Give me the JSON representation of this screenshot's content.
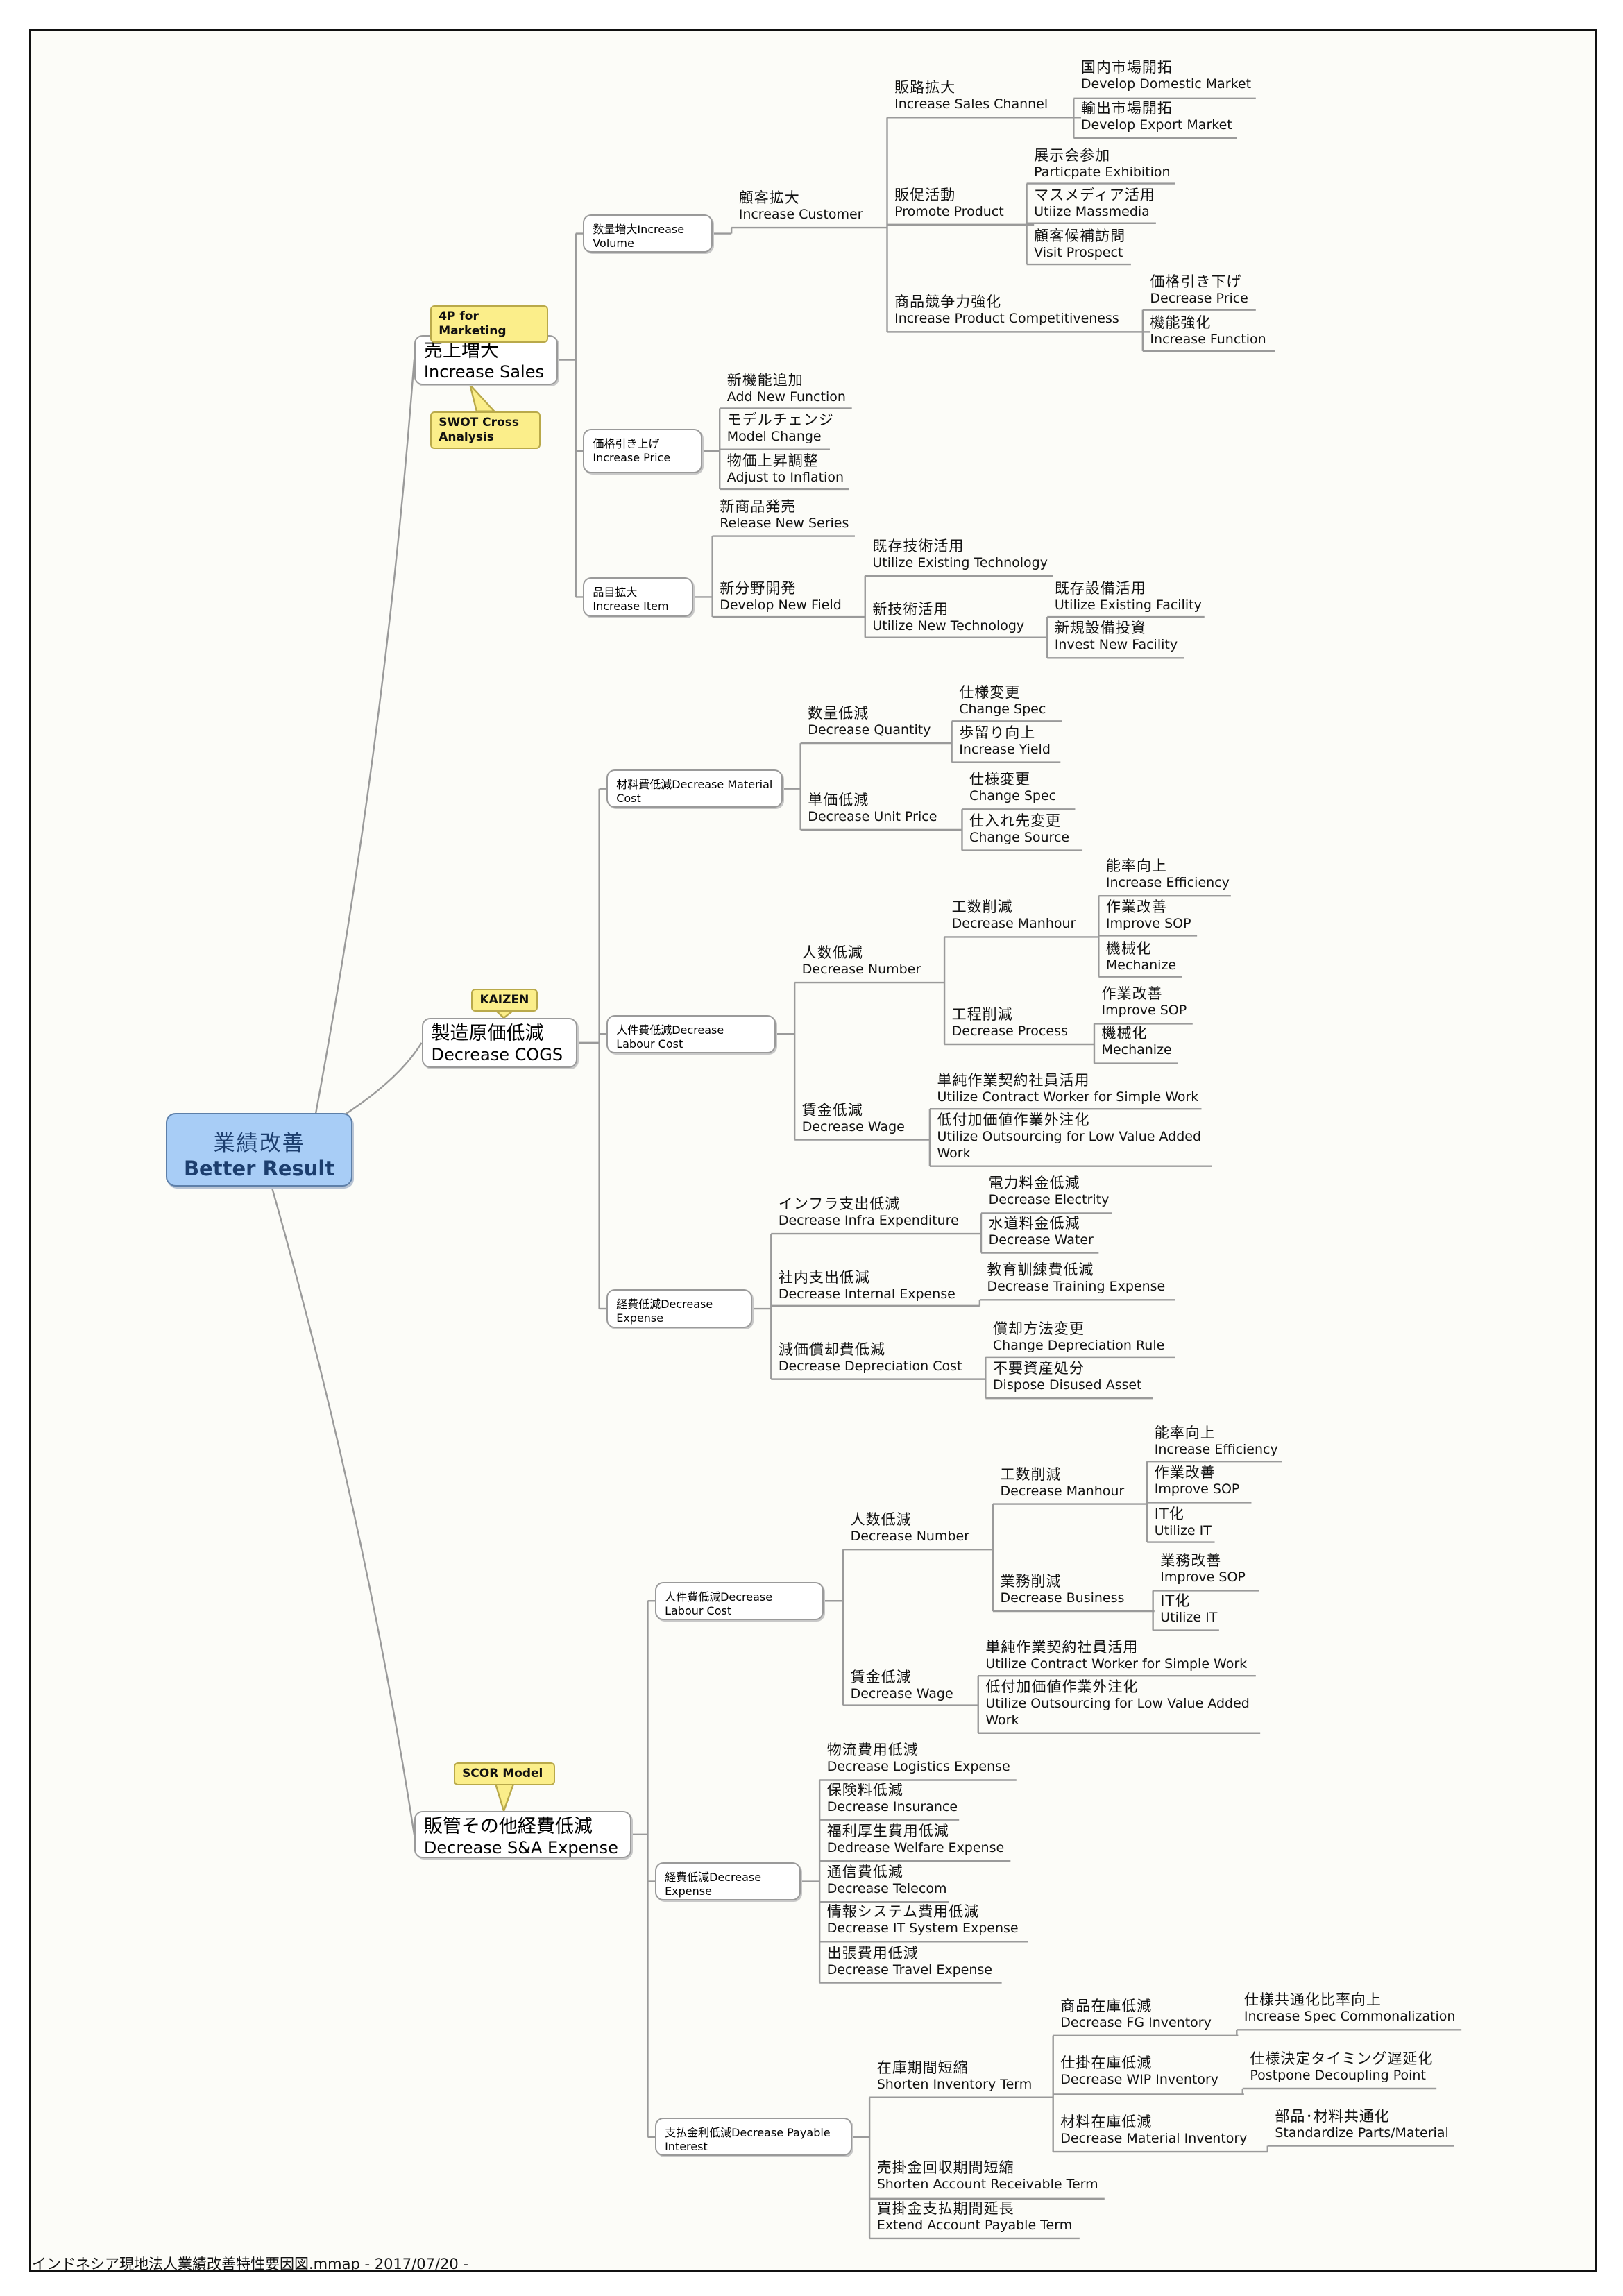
{
  "root": {
    "jp": "業績改善",
    "en": "Better Result"
  },
  "colors": {
    "root_fill": "#a8cdf6",
    "callout_fill": "#fbee8a",
    "line": "#9a9a9a"
  },
  "footer": "インドネシア現地法人業績改善特性要因図.mmap - 2017/07/20 -",
  "branches": [
    {
      "jp": "売上増大",
      "en": "Increase Sales",
      "callouts": [
        "4P for Marketing",
        "SWOT Cross Analysis"
      ],
      "children": [
        {
          "jp": "数量増大",
          "en": "Increase Volume",
          "children": [
            {
              "jp": "顧客拡大",
              "en": "Increase Customer",
              "children": [
                {
                  "jp": "販路拡大",
                  "en": "Increase Sales Channel",
                  "children": [
                    {
                      "jp": "国内市場開拓",
                      "en": "Develop Domestic Market"
                    },
                    {
                      "jp": "輸出市場開拓",
                      "en": "Develop Export Market"
                    }
                  ]
                },
                {
                  "jp": "販促活動",
                  "en": "Promote Product",
                  "children": [
                    {
                      "jp": "展示会参加",
                      "en": "Particpate Exhibition"
                    },
                    {
                      "jp": "マスメディア活用",
                      "en": "Utiize Massmedia"
                    },
                    {
                      "jp": "顧客候補訪問",
                      "en": "Visit Prospect"
                    }
                  ]
                },
                {
                  "jp": "商品競争力強化",
                  "en": "Increase Product Competitiveness",
                  "children": [
                    {
                      "jp": "価格引き下げ",
                      "en": "Decrease Price"
                    },
                    {
                      "jp": "機能強化",
                      "en": "Increase Function"
                    }
                  ]
                }
              ]
            }
          ]
        },
        {
          "jp": "価格引き上げ",
          "en": "Increase Price",
          "children": [
            {
              "jp": "新機能追加",
              "en": "Add New Function"
            },
            {
              "jp": "モデルチェンジ",
              "en": "Model Change"
            },
            {
              "jp": "物価上昇調整",
              "en": "Adjust to Inflation"
            }
          ]
        },
        {
          "jp": "品目拡大",
          "en": "Increase Item",
          "children": [
            {
              "jp": "新商品発売",
              "en": "Release New Series"
            },
            {
              "jp": "新分野開発",
              "en": "Develop New Field",
              "children": [
                {
                  "jp": "既存技術活用",
                  "en": "Utilize Existing Technology"
                },
                {
                  "jp": "新技術活用",
                  "en": "Utilize New Technology",
                  "children": [
                    {
                      "jp": "既存設備活用",
                      "en": "Utilize Existing Facility"
                    },
                    {
                      "jp": "新規設備投資",
                      "en": "Invest New Facility"
                    }
                  ]
                }
              ]
            }
          ]
        }
      ]
    },
    {
      "jp": "製造原価低減",
      "en": "Decrease COGS",
      "callouts": [
        "KAIZEN"
      ],
      "children": [
        {
          "jp": "材料費低減",
          "en": "Decrease Material Cost",
          "children": [
            {
              "jp": "数量低減",
              "en": "Decrease Quantity",
              "children": [
                {
                  "jp": "仕様変更",
                  "en": "Change Spec"
                },
                {
                  "jp": "歩留り向上",
                  "en": "Increase Yield"
                }
              ]
            },
            {
              "jp": "単価低減",
              "en": "Decrease Unit Price",
              "children": [
                {
                  "jp": "仕様変更",
                  "en": "Change Spec"
                },
                {
                  "jp": "仕入れ先変更",
                  "en": "Change Source"
                }
              ]
            }
          ]
        },
        {
          "jp": "人件費低減",
          "en": "Decrease Labour Cost",
          "children": [
            {
              "jp": "人数低減",
              "en": "Decrease Number",
              "children": [
                {
                  "jp": "工数削減",
                  "en": "Decrease Manhour",
                  "children": [
                    {
                      "jp": "能率向上",
                      "en": "Increase Efficiency"
                    },
                    {
                      "jp": "作業改善",
                      "en": "Improve SOP"
                    },
                    {
                      "jp": "機械化",
                      "en": "Mechanize"
                    }
                  ]
                },
                {
                  "jp": "工程削減",
                  "en": "Decrease Process",
                  "children": [
                    {
                      "jp": "作業改善",
                      "en": "Improve SOP"
                    },
                    {
                      "jp": "機械化",
                      "en": "Mechanize"
                    }
                  ]
                }
              ]
            },
            {
              "jp": "賃金低減",
              "en": "Decrease Wage",
              "children": [
                {
                  "jp": "単純作業契約社員活用",
                  "en": "Utilize Contract Worker for Simple Work"
                },
                {
                  "jp": "低付加価値作業外注化",
                  "en": "Utilize Outsourcing for Low Value Added Work"
                }
              ]
            }
          ]
        },
        {
          "jp": "経費低減",
          "en": "Decrease Expense",
          "children": [
            {
              "jp": "インフラ支出低減",
              "en": "Decrease Infra Expenditure",
              "children": [
                {
                  "jp": "電力料金低減",
                  "en": "Decrease Electrity"
                },
                {
                  "jp": "水道料金低減",
                  "en": "Decrease Water"
                }
              ]
            },
            {
              "jp": "社内支出低減",
              "en": "Decrease Internal Expense",
              "children": [
                {
                  "jp": "教育訓練費低減",
                  "en": "Decrease Training Expense"
                }
              ]
            },
            {
              "jp": "減価償却費低減",
              "en": "Decrease Depreciation Cost",
              "children": [
                {
                  "jp": "償却方法変更",
                  "en": "Change Depreciation Rule"
                },
                {
                  "jp": "不要資産処分",
                  "en": "Dispose Disused Asset"
                }
              ]
            }
          ]
        }
      ]
    },
    {
      "jp": "販管その他経費低減",
      "en": "Decrease S&A Expense",
      "callouts": [
        "SCOR Model"
      ],
      "children": [
        {
          "jp": "人件費低減",
          "en": "Decrease Labour Cost",
          "children": [
            {
              "jp": "人数低減",
              "en": "Decrease Number",
              "children": [
                {
                  "jp": "工数削減",
                  "en": "Decrease Manhour",
                  "children": [
                    {
                      "jp": "能率向上",
                      "en": "Increase Efficiency"
                    },
                    {
                      "jp": "作業改善",
                      "en": "Improve SOP"
                    },
                    {
                      "jp": "IT化",
                      "en": "Utilize IT"
                    }
                  ]
                },
                {
                  "jp": "業務削減",
                  "en": "Decrease Business",
                  "children": [
                    {
                      "jp": "業務改善",
                      "en": "Improve SOP"
                    },
                    {
                      "jp": "IT化",
                      "en": "Utilize IT"
                    }
                  ]
                }
              ]
            },
            {
              "jp": "賃金低減",
              "en": "Decrease Wage",
              "children": [
                {
                  "jp": "単純作業契約社員活用",
                  "en": "Utilize Contract Worker for Simple Work"
                },
                {
                  "jp": "低付加価値作業外注化",
                  "en": "Utilize Outsourcing for Low Value Added Work"
                }
              ]
            }
          ]
        },
        {
          "jp": "経費低減",
          "en": "Decrease Expense",
          "children": [
            {
              "jp": "物流費用低減",
              "en": "Decrease Logistics Expense"
            },
            {
              "jp": "保険料低減",
              "en": "Decrease Insurance"
            },
            {
              "jp": "福利厚生費用低減",
              "en": "Dedrease Welfare Expense"
            },
            {
              "jp": "通信費低減",
              "en": "Decrease Telecom"
            },
            {
              "jp": "情報システム費用低減",
              "en": "Decrease IT System Expense"
            },
            {
              "jp": "出張費用低減",
              "en": "Decrease Travel Expense"
            }
          ]
        },
        {
          "jp": "支払金利低減",
          "en": "Decrease Payable Interest",
          "children": [
            {
              "jp": "在庫期間短縮",
              "en": "Shorten Inventory Term",
              "children": [
                {
                  "jp": "商品在庫低減",
                  "en": "Decrease FG Inventory",
                  "children": [
                    {
                      "jp": "仕様共通化比率向上",
                      "en": "Increase Spec Commonalization"
                    }
                  ]
                },
                {
                  "jp": "仕掛在庫低減",
                  "en": "Decrease WIP Inventory",
                  "children": [
                    {
                      "jp": "仕様決定タイミング遅延化",
                      "en": "Postpone Decoupling Point"
                    }
                  ]
                },
                {
                  "jp": "材料在庫低減",
                  "en": "Decrease Material Inventory",
                  "children": [
                    {
                      "jp": "部品･材料共通化",
                      "en": "Standardize Parts/Material"
                    }
                  ]
                }
              ]
            },
            {
              "jp": "売掛金回収期間短縮",
              "en": "Shorten Account Receivable Term"
            },
            {
              "jp": "買掛金支払期間延長",
              "en": "Extend Account Payable Term"
            }
          ]
        }
      ]
    }
  ]
}
